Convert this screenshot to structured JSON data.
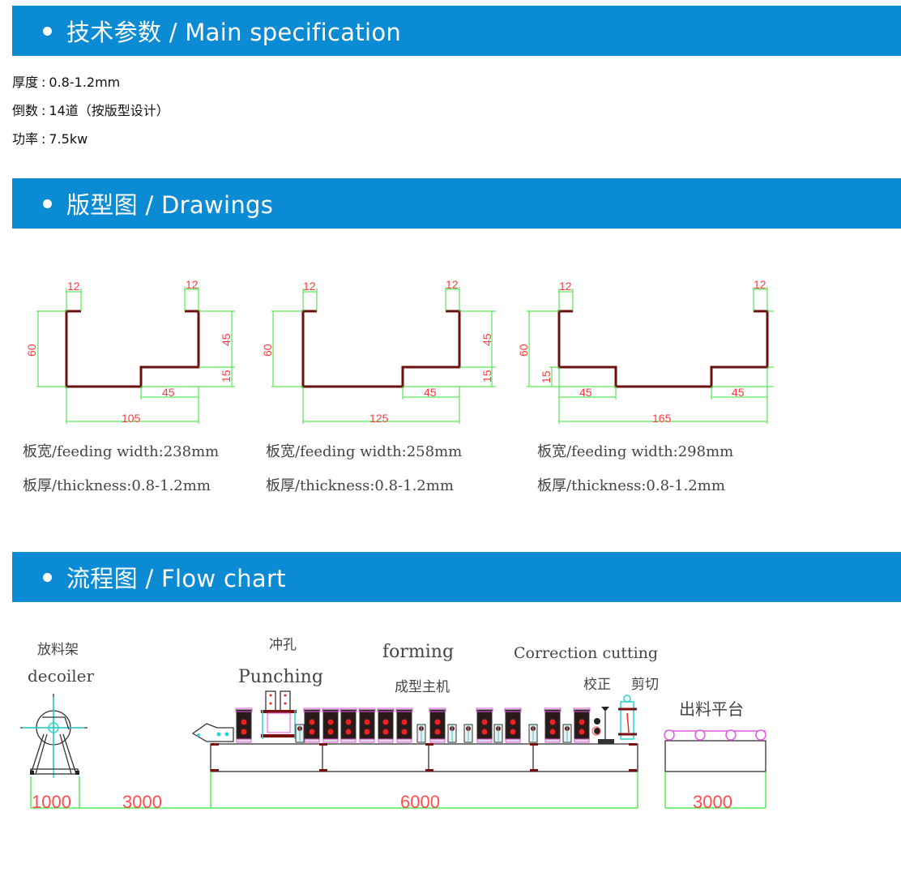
{
  "sections": {
    "spec": {
      "title_cn": "技术参数",
      "title_en": "Main specification",
      "separator": "/"
    },
    "drawings": {
      "title_cn": "版型图",
      "title_en": "Drawings",
      "separator": "/"
    },
    "flow": {
      "title_cn": "流程图",
      "title_en": "Flow chart",
      "separator": "/"
    }
  },
  "specifications": [
    {
      "label": "厚度",
      "value": "0.8-1.2mm"
    },
    {
      "label": "倒数",
      "value": "14道（按版型设计）"
    },
    {
      "label": "功率",
      "value": "7.5kw"
    }
  ],
  "profiles": [
    {
      "dims": {
        "lip_left": "12",
        "lip_right": "12",
        "height": "60",
        "upper": "45",
        "step": "15",
        "step_width": "45",
        "total_width": "105"
      },
      "feeding_width": "板宽/feeding width:238mm",
      "thickness": "板厚/thickness:0.8-1.2mm"
    },
    {
      "dims": {
        "lip_left": "12",
        "lip_right": "12",
        "height": "60",
        "upper": "45",
        "step": "15",
        "step_width": "45",
        "total_width": "125"
      },
      "feeding_width": "板宽/feeding width:258mm",
      "thickness": "板厚/thickness:0.8-1.2mm"
    },
    {
      "dims": {
        "lip_left": "12",
        "lip_right": "12",
        "height": "60",
        "step": "15",
        "step_width_left": "45",
        "step_width_right": "45",
        "total_width": "165"
      },
      "feeding_width": "板宽/feeding width:298mm",
      "thickness": "板厚/thickness:0.8-1.2mm"
    }
  ],
  "flowchart": {
    "decoiler_cn": "放料架",
    "decoiler_en": "decoiler",
    "punching_cn": "冲孔",
    "punching_en": "Punching",
    "forming_en": "forming",
    "forming_cn": "成型主机",
    "correction_cutting_en": "Correction cutting",
    "correction_cn": "校正",
    "cutting_cn": "剪切",
    "output_table_cn": "出料平台",
    "lengths": [
      "1000",
      "3000",
      "6000",
      "3000"
    ]
  },
  "colors": {
    "header": "#0a8bd4",
    "profile": "#6b0f0f",
    "dimension_line": "#33e633",
    "dimension_text": "#ff3b3b"
  }
}
